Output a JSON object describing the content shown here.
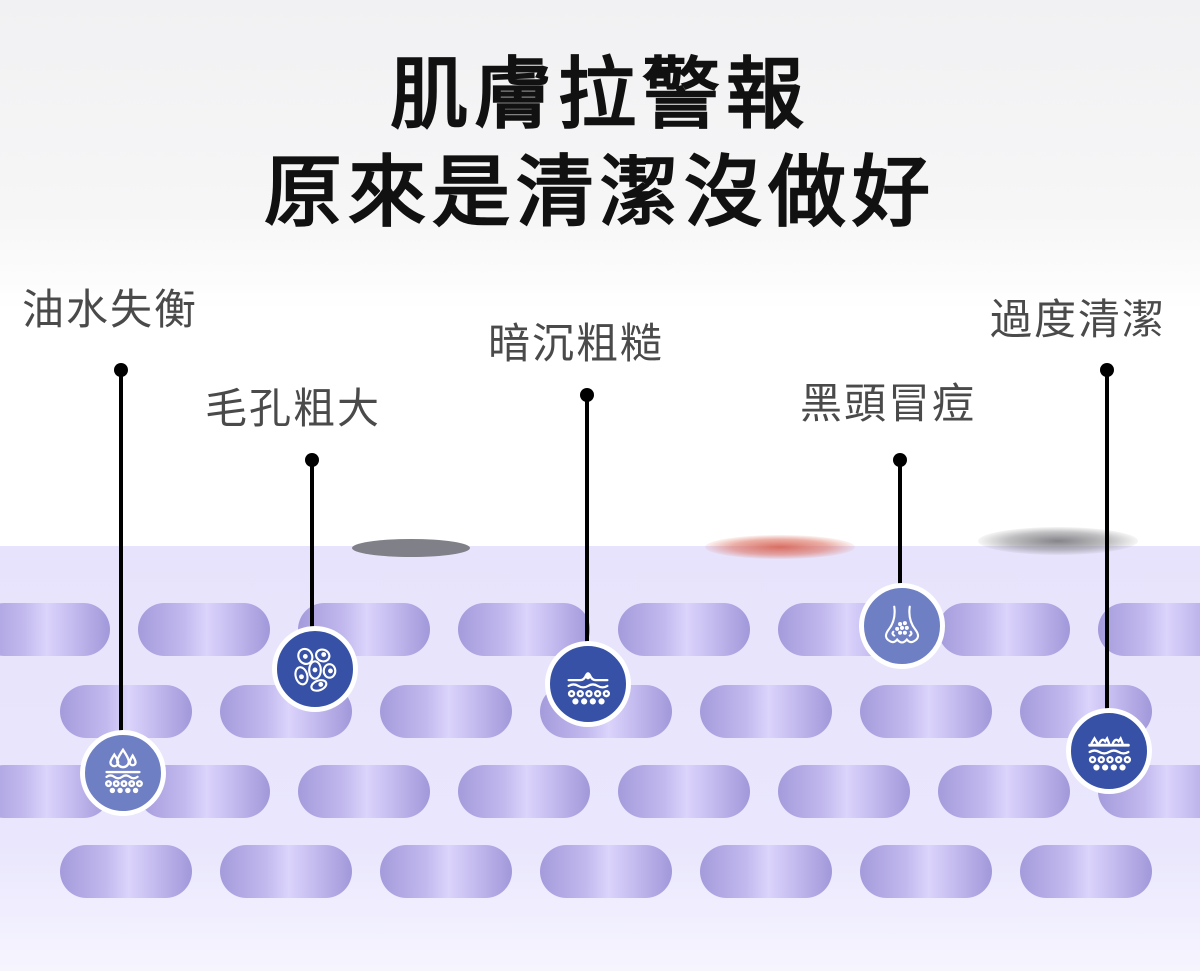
{
  "title": {
    "line1": "肌膚拉警報",
    "line2": "原來是清潔沒做好"
  },
  "colors": {
    "skin_bg": "#e7e3fc",
    "pill": "#b8aee8",
    "badge_light": "#6e7fc4",
    "badge_dark": "#3751a6",
    "label_text": "#4a4a4a",
    "title_text": "#111111"
  },
  "callouts": [
    {
      "label": "油水失衡",
      "icon": "water-balance-icon"
    },
    {
      "label": "毛孔粗大",
      "icon": "enlarged-pores-cells-icon"
    },
    {
      "label": "暗沉粗糙",
      "icon": "rough-skin-bump-icon"
    },
    {
      "label": "黑頭冒痘",
      "icon": "nose-blackheads-icon"
    },
    {
      "label": "過度清潔",
      "icon": "damaged-skin-surface-icon"
    }
  ]
}
